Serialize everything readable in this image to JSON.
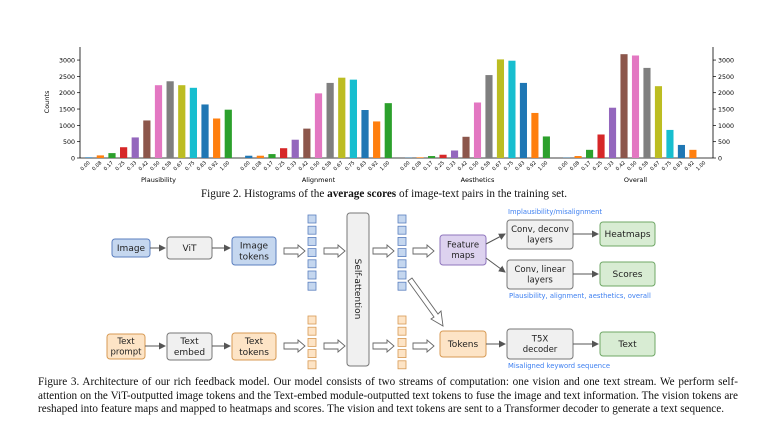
{
  "figure2": {
    "caption_prefix": "Figure 2. Histograms of the ",
    "caption_bold": "average scores",
    "caption_suffix": " of image-text pairs in the training set."
  },
  "chart_data": [
    {
      "type": "bar",
      "xlabel": "Plausibility",
      "ylabel": "Counts",
      "categories": [
        "0.00",
        "0.08",
        "0.17",
        "0.25",
        "0.33",
        "0.42",
        "0.50",
        "0.58",
        "0.67",
        "0.75",
        "0.83",
        "0.92",
        "1.00"
      ],
      "values": [
        20,
        80,
        150,
        330,
        630,
        1150,
        2230,
        2350,
        2230,
        2150,
        1640,
        1210,
        1480
      ],
      "ylim": [
        0,
        3400
      ],
      "yticks": [
        0,
        500,
        1000,
        1500,
        2000,
        2500,
        3000
      ]
    },
    {
      "type": "bar",
      "xlabel": "Alignment",
      "categories": [
        "0.00",
        "0.08",
        "0.17",
        "0.25",
        "0.33",
        "0.42",
        "0.50",
        "0.58",
        "0.67",
        "0.75",
        "0.83",
        "0.92",
        "1.00"
      ],
      "values": [
        70,
        70,
        120,
        300,
        560,
        900,
        1980,
        2300,
        2460,
        2400,
        1470,
        1120,
        1680
      ],
      "ylim": [
        0,
        3400
      ]
    },
    {
      "type": "bar",
      "xlabel": "Aesthetics",
      "categories": [
        "0.00",
        "0.08",
        "0.17",
        "0.25",
        "0.33",
        "0.42",
        "0.50",
        "0.58",
        "0.67",
        "0.75",
        "0.83",
        "0.92",
        "1.00"
      ],
      "values": [
        10,
        20,
        60,
        100,
        230,
        650,
        1700,
        2540,
        3020,
        2980,
        2300,
        1380,
        660
      ],
      "ylim": [
        0,
        3400
      ]
    },
    {
      "type": "bar",
      "xlabel": "Overall",
      "categories": [
        "0.00",
        "0.08",
        "0.17",
        "0.25",
        "0.33",
        "0.42",
        "0.50",
        "0.58",
        "0.67",
        "0.75",
        "0.83",
        "0.92",
        "1.00"
      ],
      "values": [
        10,
        60,
        250,
        720,
        1540,
        3180,
        3140,
        2760,
        2200,
        860,
        400,
        250,
        0
      ],
      "ylim": [
        0,
        3400
      ],
      "yticks": [
        0,
        500,
        1000,
        1500,
        2000,
        2500,
        3000
      ]
    }
  ],
  "colors": [
    "#1f77b4",
    "#ff7f0e",
    "#2ca02c",
    "#d62728",
    "#9467bd",
    "#8c564b",
    "#e377c2",
    "#7f7f7f",
    "#bcbd22",
    "#17becf"
  ],
  "figure3": {
    "boxes": {
      "image": "Image",
      "vit": "ViT",
      "image_tokens": [
        "Image",
        "tokens"
      ],
      "text_prompt": [
        "Text",
        "prompt"
      ],
      "text_embed": [
        "Text",
        "embed"
      ],
      "text_tokens": [
        "Text",
        "tokens"
      ],
      "self_attention": "Self-attention",
      "feature_maps": [
        "Feature",
        "maps"
      ],
      "tokens": "Tokens",
      "conv_deconv": [
        "Conv, deconv",
        "layers"
      ],
      "conv_linear": [
        "Conv, linear",
        "layers"
      ],
      "heatmaps": "Heatmaps",
      "scores": "Scores",
      "t5x": [
        "T5X",
        "decoder"
      ],
      "text_out": "Text"
    },
    "blue_labels": {
      "implausibility": "Implausibility/misalignment",
      "plausibility": "Plausibility, alignment, aesthetics, overall",
      "misaligned": "Misaligned keyword sequence"
    },
    "caption": "Figure 3. Architecture of our rich feedback model. Our model consists of two streams of computation: one vision and one text stream. We perform self-attention on the ViT-outputted image tokens and the Text-embed module-outputted text tokens to fuse the image and text information. The vision tokens are reshaped into feature maps and mapped to heatmaps and scores. The vision and text tokens are sent to a Transformer decoder to generate a text sequence."
  }
}
